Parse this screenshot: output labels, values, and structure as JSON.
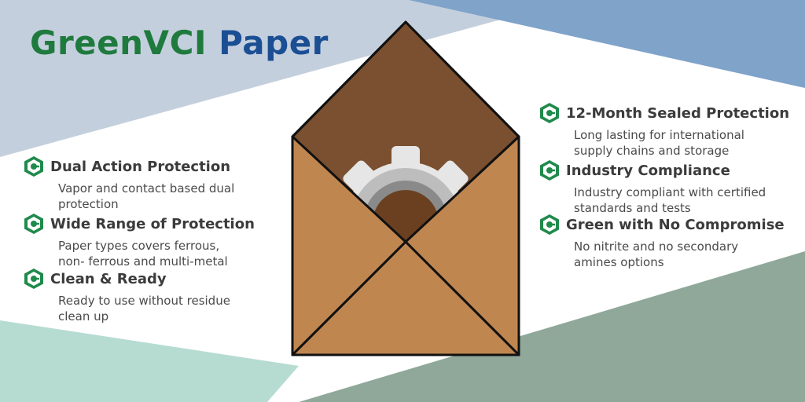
{
  "title": {
    "part1": "GreenVCI",
    "part2": "Paper"
  },
  "colors": {
    "title_green": "#1f7a3d",
    "title_blue": "#1b4f94",
    "icon_green": "#1f8a4c",
    "envelope_dark": "#7a5030",
    "envelope_light": "#c08650"
  },
  "left_features": [
    {
      "heading": "Dual Action Protection",
      "desc1": "Vapor and contact based dual",
      "desc2": "protection",
      "icon": "shield-icon"
    },
    {
      "heading": "Wide Range of Protection",
      "desc1": "Paper types covers ferrous,",
      "desc2": "non- ferrous and multi-metal",
      "icon": "shield-icon"
    },
    {
      "heading": "Clean & Ready",
      "desc1": "Ready to use without residue",
      "desc2": "clean up",
      "icon": "shield-icon"
    }
  ],
  "right_features": [
    {
      "heading": "12-Month Sealed Protection",
      "desc1": "Long lasting for international",
      "desc2": "supply chains and storage",
      "icon": "shield-icon"
    },
    {
      "heading": "Industry Compliance",
      "desc1": "Industry compliant with certified",
      "desc2": "standards and tests",
      "icon": "shield-icon"
    },
    {
      "heading": "Green with No Compromise",
      "desc1": "No nitrite and no secondary",
      "desc2": "amines options",
      "icon": "shield-icon"
    }
  ],
  "illustration": {
    "icon": "envelope-gear-icon"
  }
}
